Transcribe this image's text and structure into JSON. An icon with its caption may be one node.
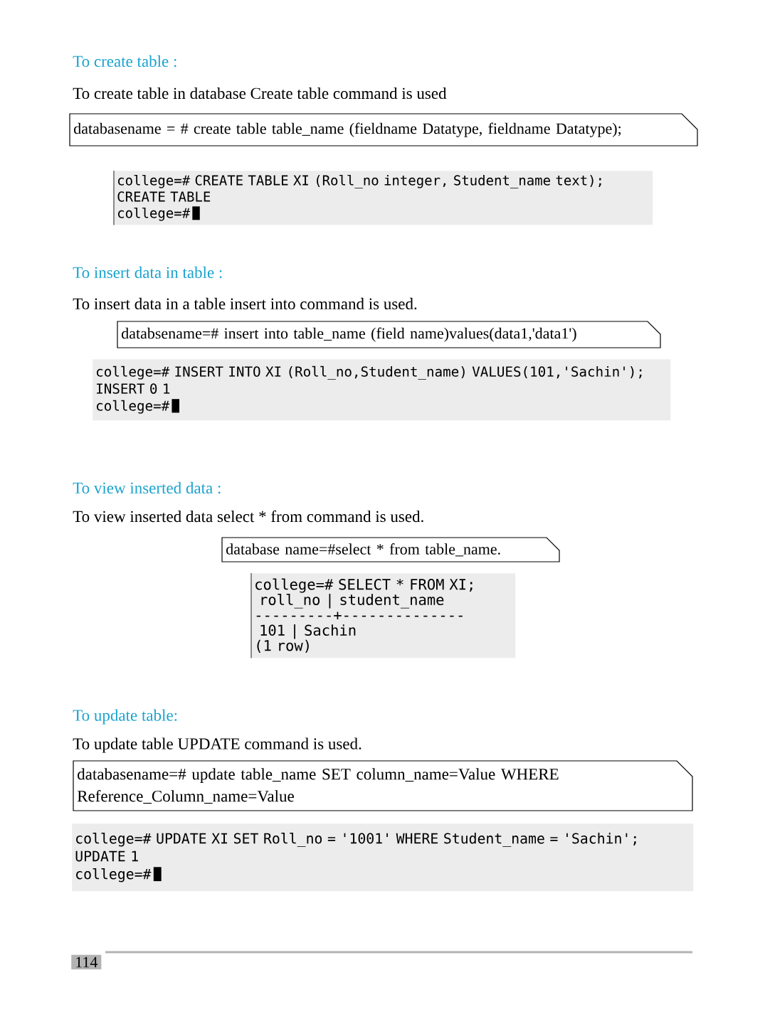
{
  "diagram": {
    "nodes": [
      {
        "text": [
          "databasename = # create table table_name (fieldname Datatype, fieldname Datatype);"
        ]
      },
      {
        "text": [
          "college=# CREATE TABLE XI (Roll_no integer, Student_name text);",
          "CREATE TABLE",
          "college=#"
        ]
      },
      {
        "text": [
          "databsename=# insert into table_name (field name)values(data1,'data1')"
        ]
      },
      {
        "text": [
          "college=# INSERT INTO XI (Roll_no,Student_name) VALUES(101,'Sachin');",
          "INSERT 0 1",
          "college=#"
        ]
      },
      {
        "text": [
          "database name=#select * from table_name."
        ]
      },
      {
        "text": [
          "college=# SELECT * FROM XI;",
          " roll_no | student_name",
          "---------+--------------",
          "     101 | Sachin",
          "(1 row)"
        ]
      },
      {
        "text": [
          "databasename=# update table_name SET column_name=Value WHERE Reference_Column_name=Value"
        ]
      },
      {
        "text": [
          "college=# UPDATE XI SET Roll_no = '1001' WHERE Student_name = 'Sachin';",
          "UPDATE 1",
          "college=#"
        ]
      }
    ],
    "labels": [
      "To create table :",
      "To create table in database Create table command is used",
      "To insert data in table :",
      "To insert data in a table insert into command is used.",
      "To view inserted data :",
      "To view inserted data select * from command is used.",
      "To update table:",
      "To update table UPDATE command is used.",
      "114"
    ]
  }
}
